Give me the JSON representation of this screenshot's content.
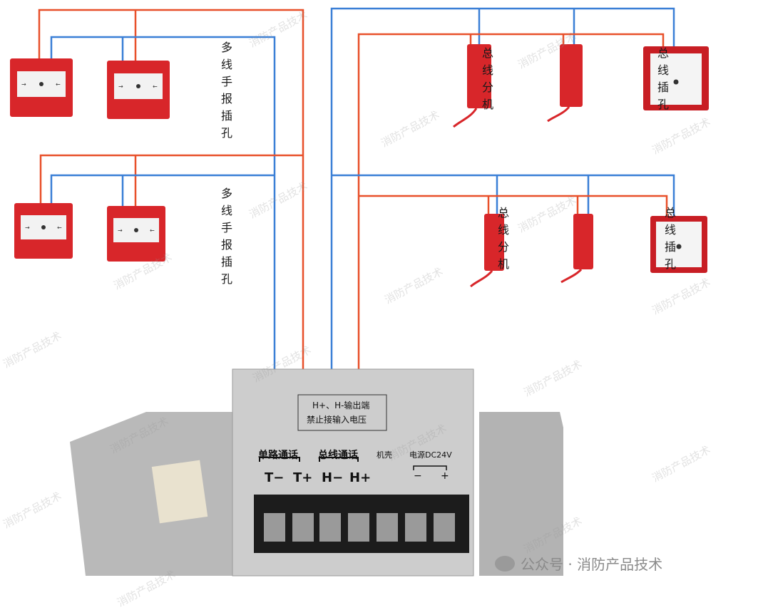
{
  "labels": {
    "manual_jack_top": "多线手报插孔",
    "manual_jack_bottom": "多线手报插孔",
    "bus_ext_top": "总线分机",
    "bus_jack_top": "总线插孔",
    "bus_ext_bottom": "总线分机",
    "bus_jack_bottom": "总线插孔"
  },
  "panel": {
    "warning_line1": "H+、H-输出端",
    "warning_line2": "禁止接输入电压",
    "single_call": "单路通话",
    "bus_call": "总线通话",
    "chassis": "机壳",
    "power": "电源DC24V",
    "t_minus": "T−",
    "t_plus": "T+",
    "h_minus": "H−",
    "h_plus": "H+",
    "power_minus": "−",
    "power_plus": "+"
  },
  "footer": {
    "account": "公众号 · 消防产品技术"
  },
  "watermark_text": "消防产品技术",
  "colors": {
    "wire_red": "#e8502a",
    "wire_blue": "#3a7fd6",
    "device_red": "#d8262a",
    "panel_grey": "#c9c9c9"
  }
}
